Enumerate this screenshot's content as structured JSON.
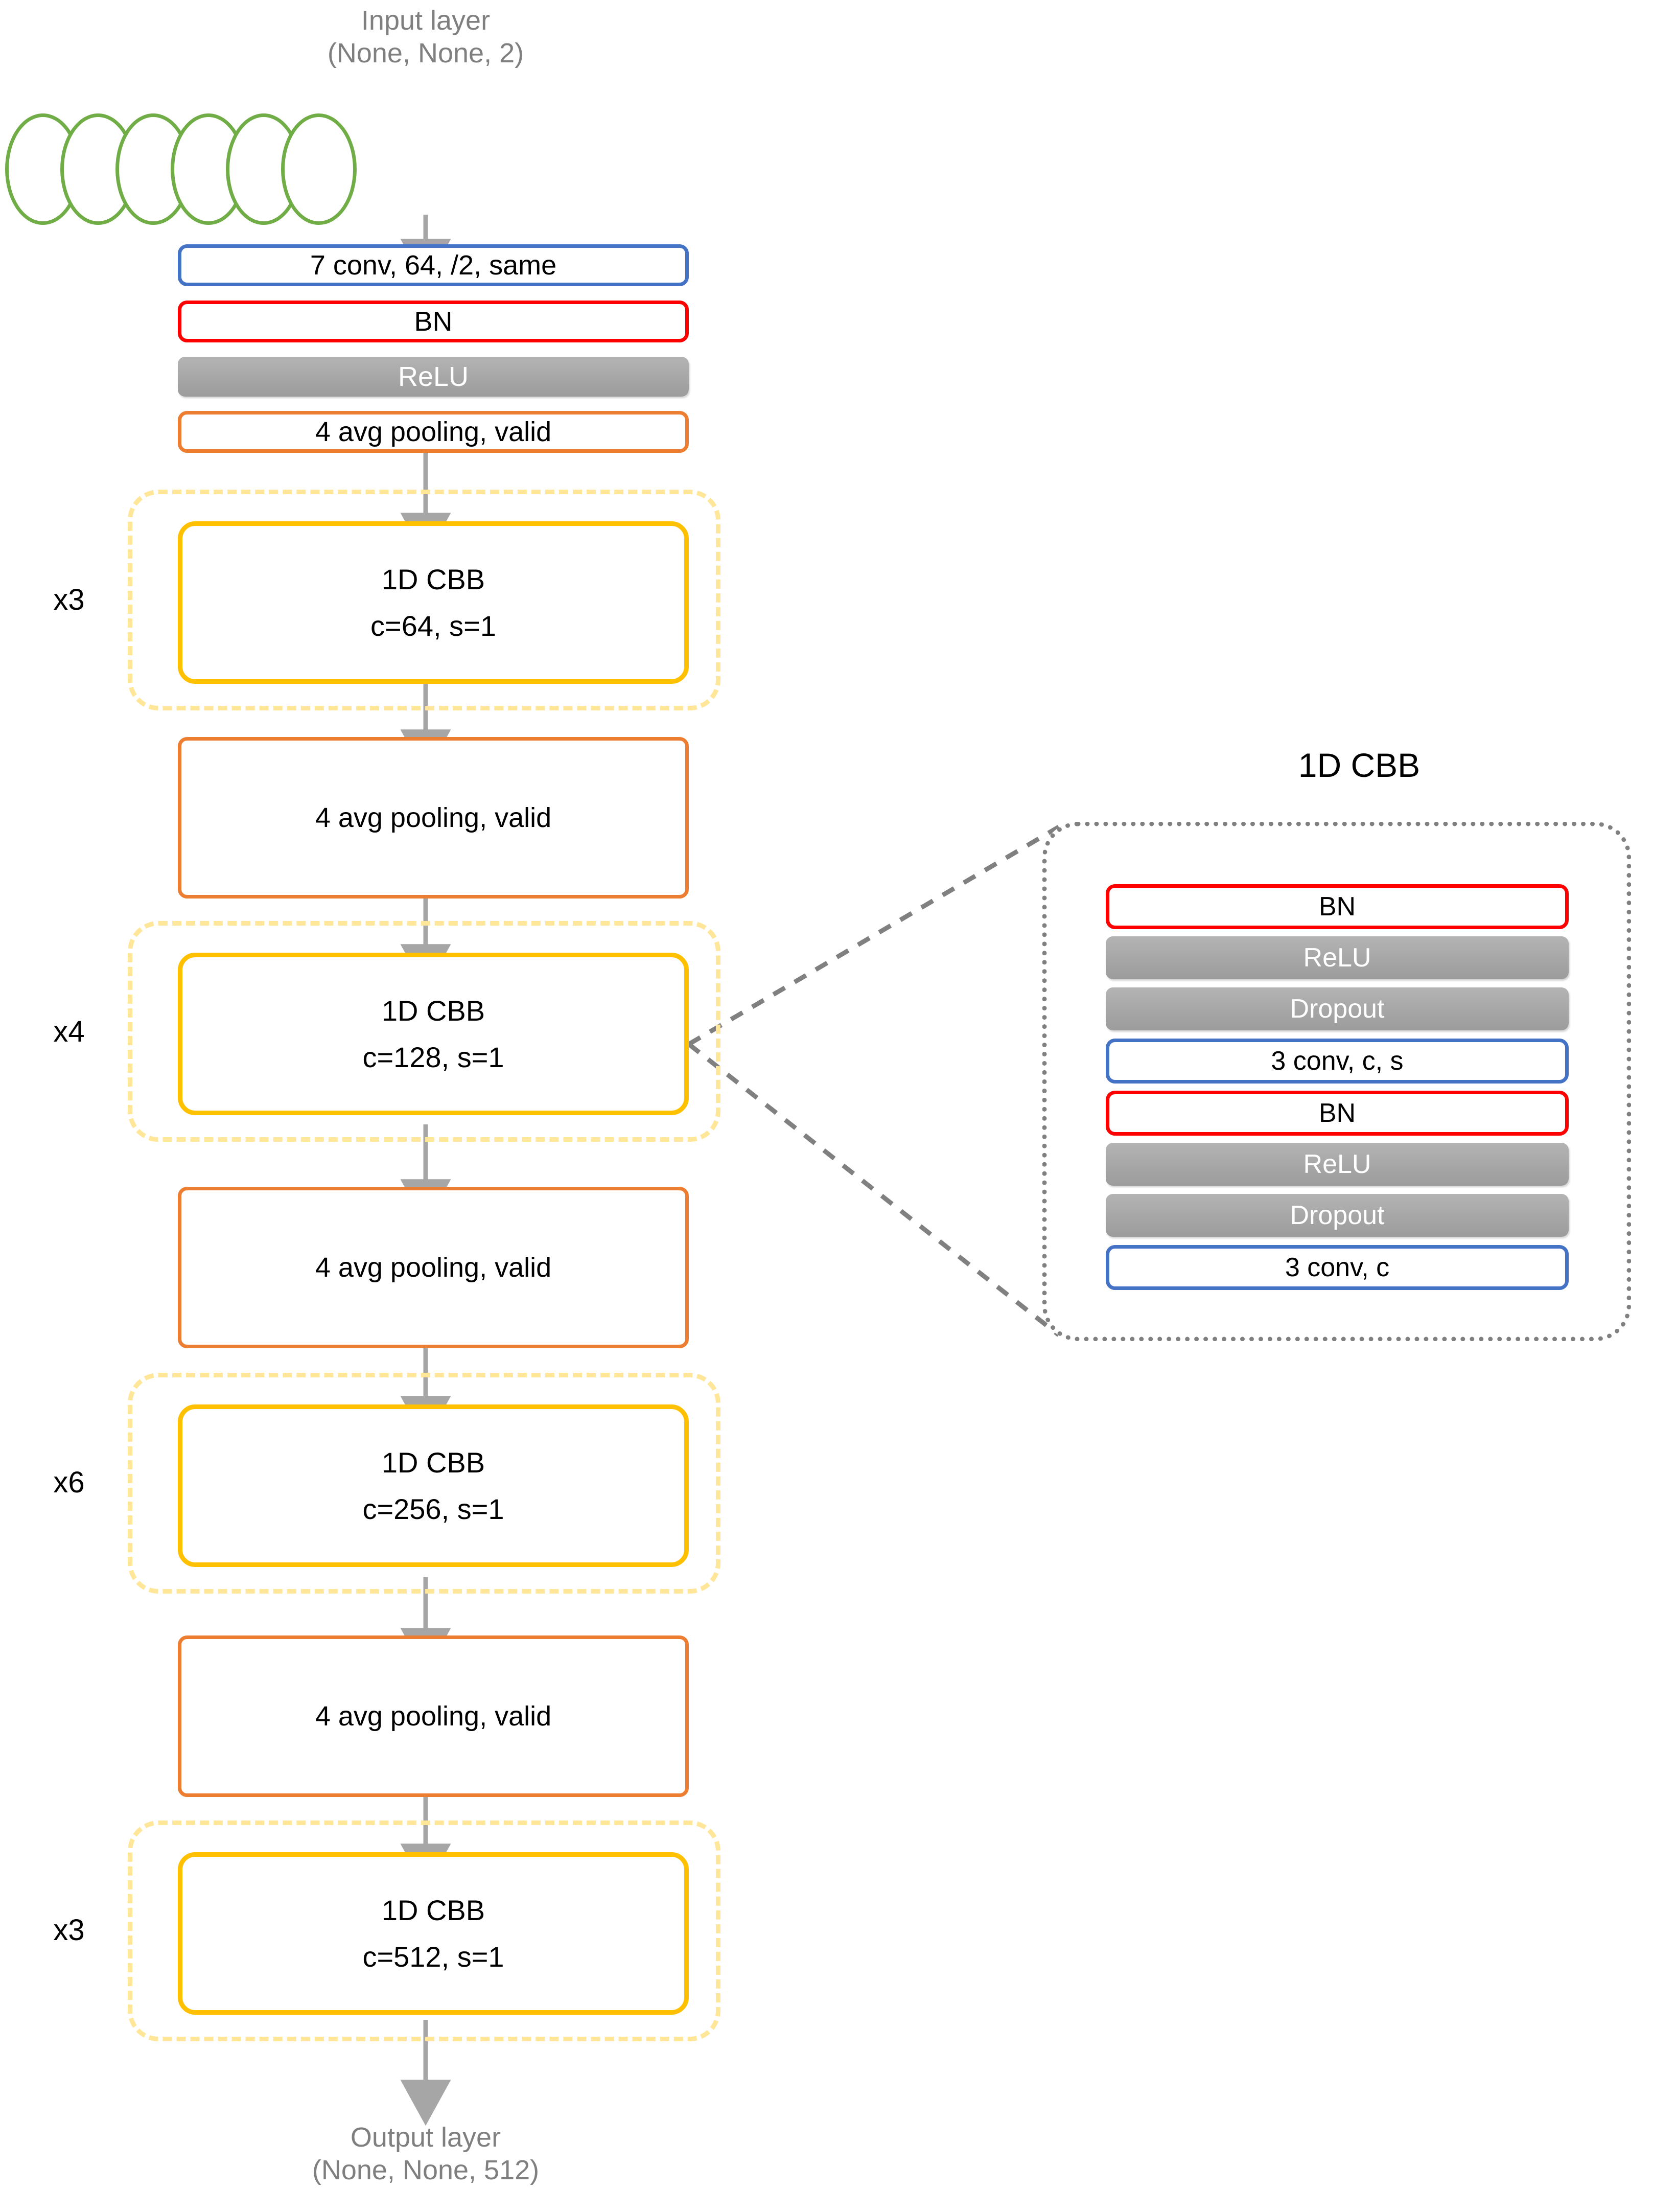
{
  "diagram": {
    "input_label": "Input layer\n(None, None, 2)",
    "output_label": "Output layer\n(None, None, 512)",
    "input_neuron_count": 6,
    "colors": {
      "conv": "#4472C4",
      "batchnorm": "#FF0000",
      "activation": "#A6A6A6",
      "pooling": "#ED7D31",
      "block": "#FFC000",
      "repeat_group": "#FFE699",
      "neuron": "#70AD47",
      "arrow": "#A6A6A6",
      "callout": "#808080",
      "io_text": "#7F7F7F"
    },
    "stem": [
      {
        "label": "7 conv, 64, /2, same",
        "style": "blue"
      },
      {
        "label": "BN",
        "style": "red"
      },
      {
        "label": "ReLU",
        "style": "gray"
      },
      {
        "label": "4 avg pooling, valid",
        "style": "orange"
      }
    ],
    "stages": [
      {
        "repeat": "x3",
        "block_title": "1D CBB",
        "block_params": "c=64, s=1"
      },
      {
        "pool": "4 avg pooling, valid"
      },
      {
        "repeat": "x4",
        "block_title": "1D CBB",
        "block_params": "c=128, s=1"
      },
      {
        "pool": "4 avg pooling, valid"
      },
      {
        "repeat": "x6",
        "block_title": "1D CBB",
        "block_params": "c=256, s=1"
      },
      {
        "pool": "4 avg pooling, valid"
      },
      {
        "repeat": "x3",
        "block_title": "1D CBB",
        "block_params": "c=512, s=1"
      }
    ],
    "detail": {
      "title": "1D CBB",
      "rows": [
        {
          "label": "BN",
          "style": "red"
        },
        {
          "label": "ReLU",
          "style": "gray"
        },
        {
          "label": "Dropout",
          "style": "gray"
        },
        {
          "label": "3 conv, c, s",
          "style": "blue"
        },
        {
          "label": "BN",
          "style": "red"
        },
        {
          "label": "ReLU",
          "style": "gray"
        },
        {
          "label": "Dropout",
          "style": "gray"
        },
        {
          "label": "3 conv, c",
          "style": "blue"
        }
      ]
    }
  }
}
